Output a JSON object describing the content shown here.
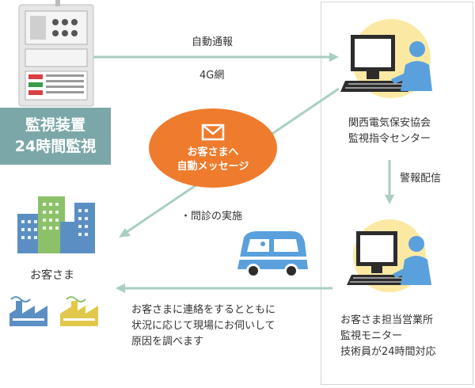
{
  "device": {
    "line1": "監視装置",
    "line2": "24時間監視"
  },
  "arrows": {
    "notify": "自動通報",
    "network": "4G網",
    "dispatch": "警報配信",
    "interview": "・問診の実施"
  },
  "message_bubble": {
    "line1": "お客さまへ",
    "line2": "自動メッセージ"
  },
  "center": {
    "line1": "関西電気保安協会",
    "line2": "監視指令センター"
  },
  "office": {
    "line1": "お客さま担当営業所",
    "line2": "監視モニター",
    "line3": "技術員が24時間対応"
  },
  "customer": {
    "label": "お客さま"
  },
  "action": {
    "line1": "お客さまに連絡をするとともに",
    "line2": "状況に応じて現場にお伺いして",
    "line3": "原因を調べます"
  },
  "colors": {
    "arrow": "#a9cfc2",
    "teal_label": "#7ca7a8",
    "orange": "#ef7b2c",
    "monitor_circle": "#fbe9a3",
    "person": "#5aa0dc",
    "dark": "#2c2c2c",
    "building_blue": "#5b8fc4",
    "building_green": "#8cc16a"
  }
}
